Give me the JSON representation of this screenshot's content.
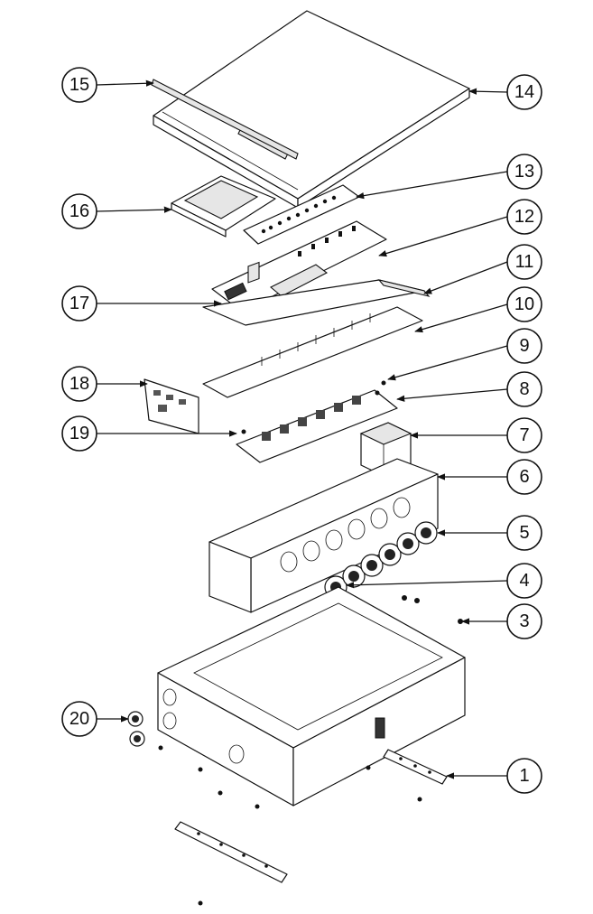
{
  "callouts": [
    {
      "id": "1",
      "label": "1"
    },
    {
      "id": "3",
      "label": "3"
    },
    {
      "id": "4",
      "label": "4"
    },
    {
      "id": "5",
      "label": "5"
    },
    {
      "id": "6",
      "label": "6"
    },
    {
      "id": "7",
      "label": "7"
    },
    {
      "id": "8",
      "label": "8"
    },
    {
      "id": "9",
      "label": "9"
    },
    {
      "id": "10",
      "label": "10"
    },
    {
      "id": "11",
      "label": "11"
    },
    {
      "id": "12",
      "label": "12"
    },
    {
      "id": "13",
      "label": "13"
    },
    {
      "id": "14",
      "label": "14"
    },
    {
      "id": "15",
      "label": "15"
    },
    {
      "id": "16",
      "label": "16"
    },
    {
      "id": "17",
      "label": "17"
    },
    {
      "id": "18",
      "label": "18"
    },
    {
      "id": "19",
      "label": "19"
    },
    {
      "id": "20",
      "label": "20"
    }
  ]
}
